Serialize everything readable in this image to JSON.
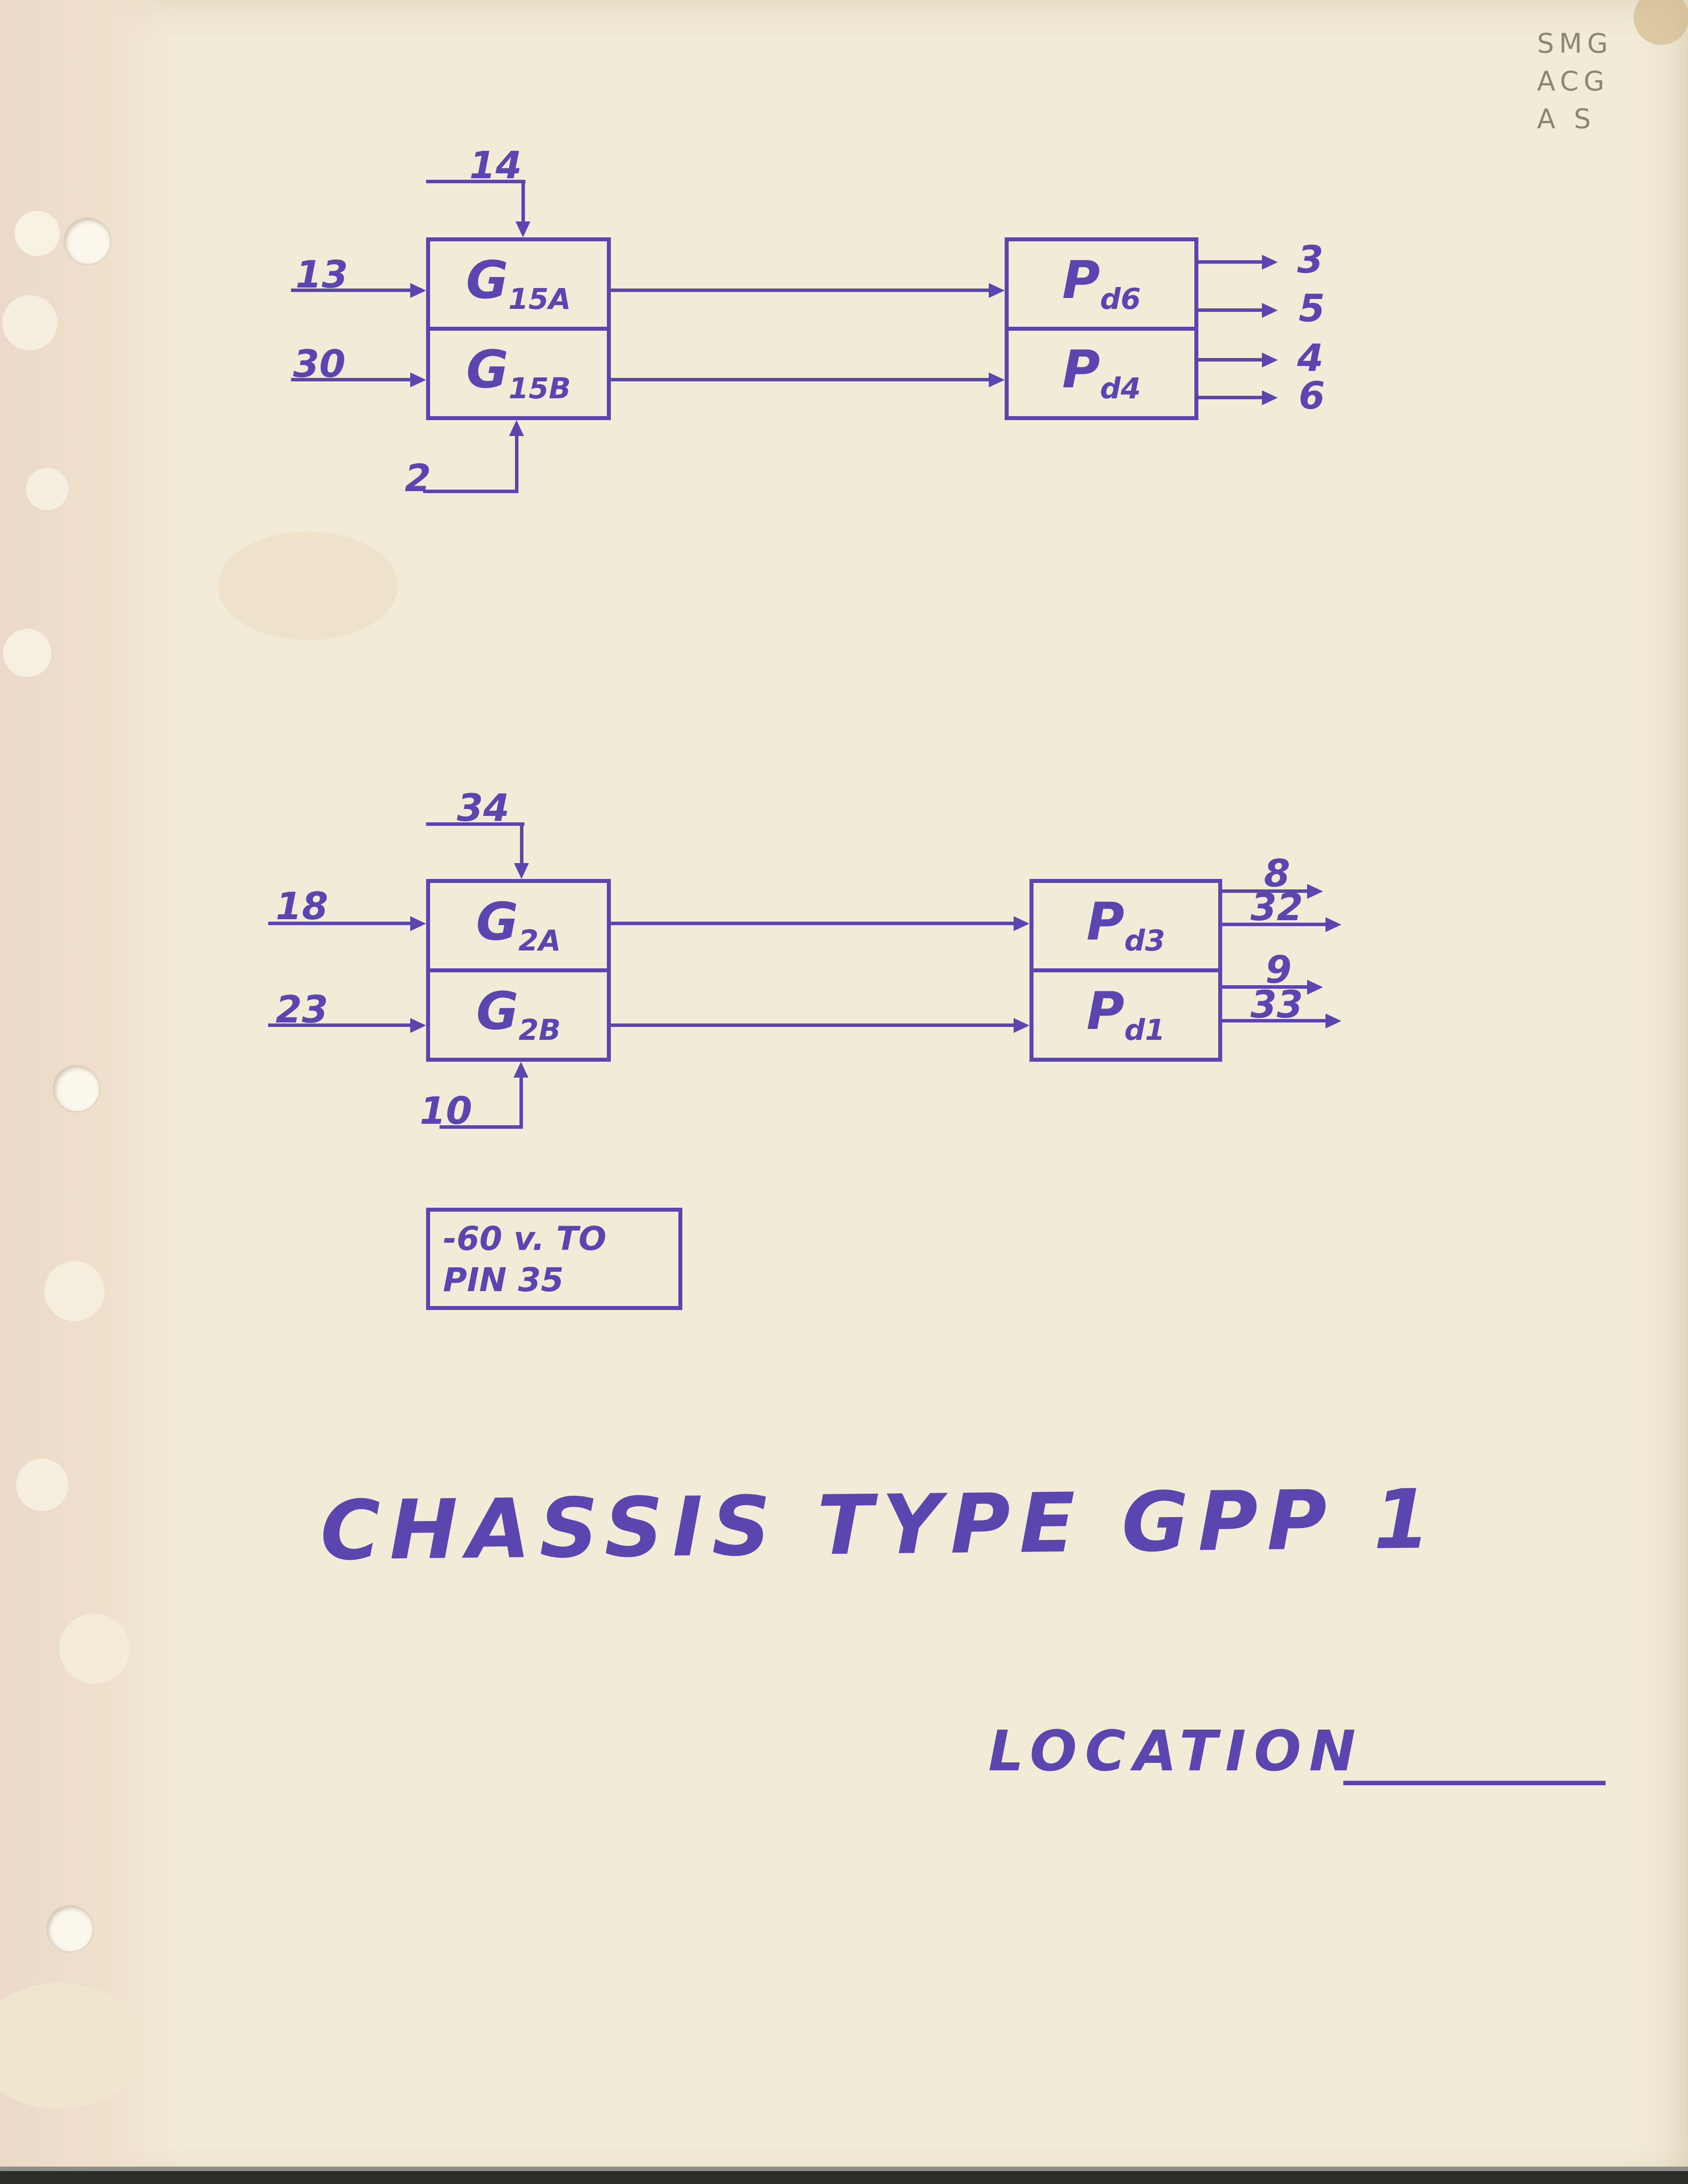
{
  "corner_notes": {
    "line1": "SMG",
    "line2": "ACG",
    "line3": "A S"
  },
  "diagram_top": {
    "input_top": "14",
    "input_left_a": "13",
    "input_left_b": "30",
    "input_bottom": "2",
    "gate_a": {
      "main": "G",
      "sub": "15A"
    },
    "gate_b": {
      "main": "G",
      "sub": "15B"
    },
    "amp_a": {
      "main": "P",
      "sub": "d6"
    },
    "amp_b": {
      "main": "P",
      "sub": "d4"
    },
    "outputs": {
      "a1": "3",
      "a2": "5",
      "b1": "4",
      "b2": "6"
    }
  },
  "diagram_bottom": {
    "input_top": "34",
    "input_left_a": "18",
    "input_left_b": "23",
    "input_bottom": "10",
    "gate_a": {
      "main": "G",
      "sub": "2A"
    },
    "gate_b": {
      "main": "G",
      "sub": "2B"
    },
    "amp_a": {
      "main": "P",
      "sub": "d3"
    },
    "amp_b": {
      "main": "P",
      "sub": "d1"
    },
    "outputs": {
      "a1": "8",
      "a2": "32",
      "b1": "9",
      "b2": "33"
    }
  },
  "note_box": {
    "line1": "-60 v. TO",
    "line2": "PIN 35"
  },
  "title": "CHASSIS TYPE GPP 1",
  "location": {
    "label": "LOCATION"
  },
  "ink_color": "#5a46ae"
}
